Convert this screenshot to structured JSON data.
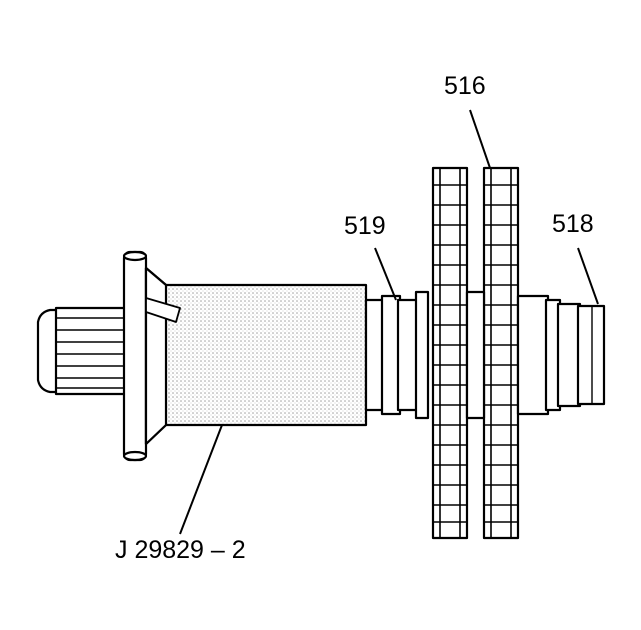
{
  "diagram": {
    "callouts": {
      "c516": "516",
      "c519": "519",
      "c518": "518",
      "tool": "J 29829 – 2"
    },
    "colors": {
      "line": "#000000",
      "fill": "#ffffff",
      "stipple": "#b8b8b8"
    }
  }
}
